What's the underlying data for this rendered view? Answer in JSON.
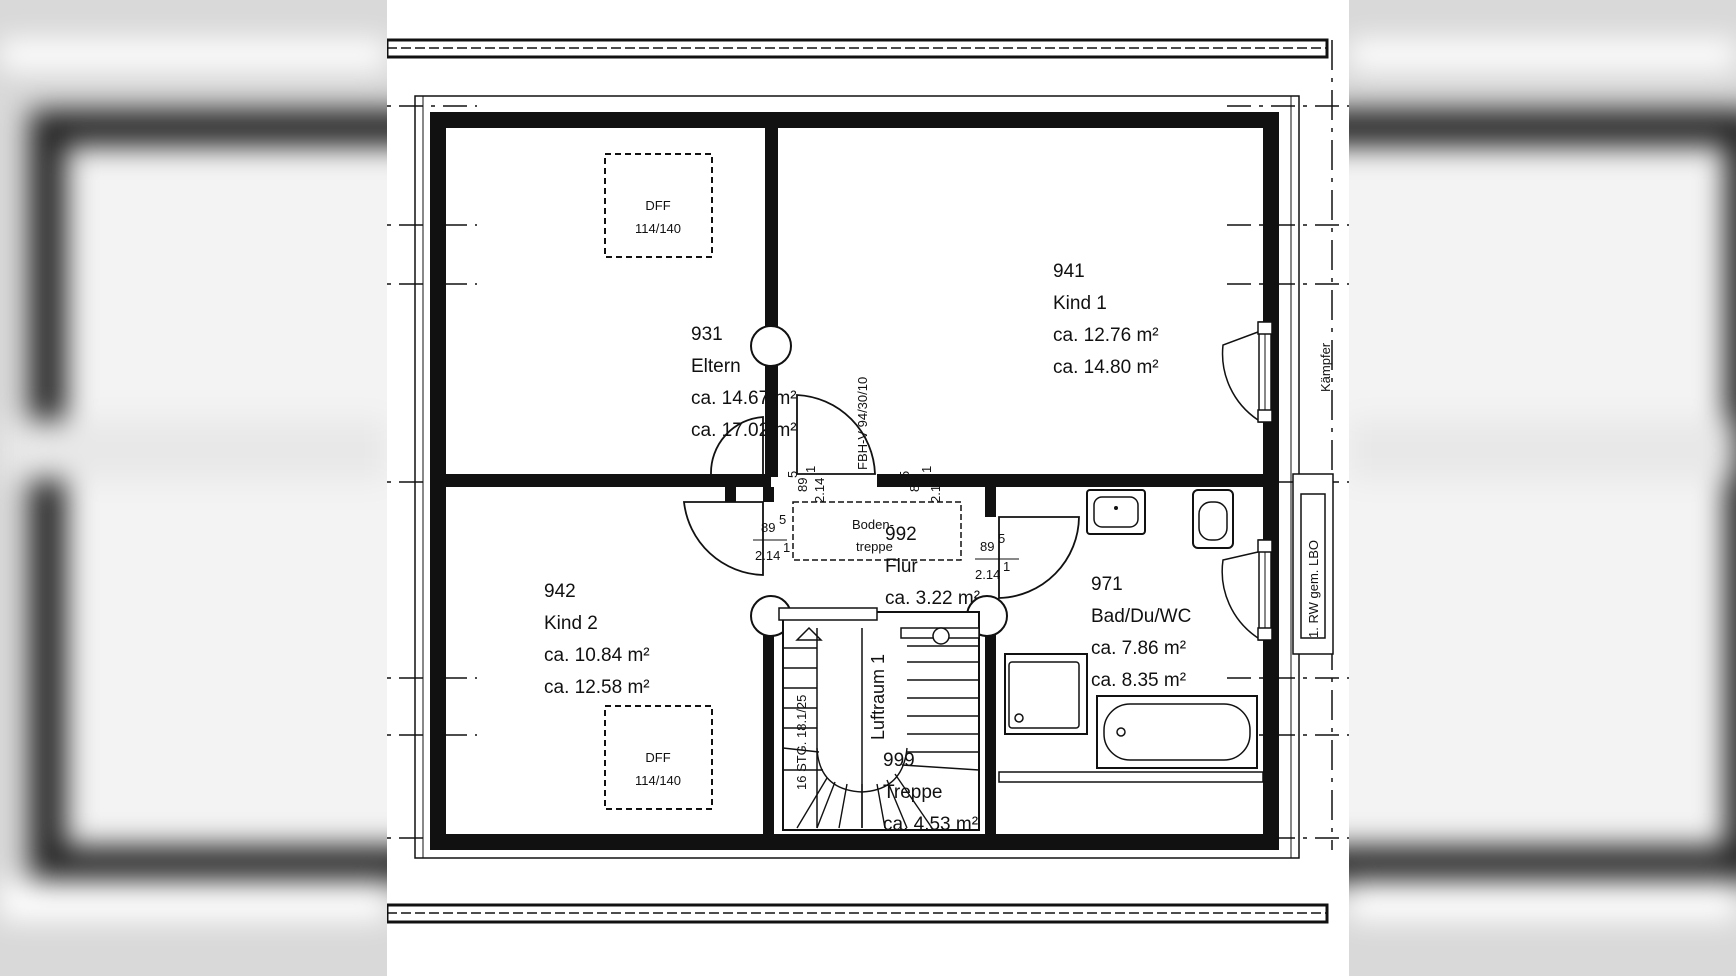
{
  "rooms": {
    "eltern": {
      "number": "931",
      "name": "Eltern",
      "area1": "ca. 14.67 m²",
      "area2": "ca. 17.02 m²"
    },
    "kind1": {
      "number": "941",
      "name": "Kind 1",
      "area1": "ca. 12.76 m²",
      "area2": "ca. 14.80 m²"
    },
    "kind2": {
      "number": "942",
      "name": "Kind 2",
      "area1": "ca. 10.84 m²",
      "area2": "ca. 12.58 m²"
    },
    "bad": {
      "number": "971",
      "name": "Bad/Du/WC",
      "area1": "ca. 7.86 m²",
      "area2": "ca. 8.35 m²"
    },
    "flur": {
      "number": "992",
      "name": "Flur",
      "area1": "ca. 3.22 m²"
    },
    "treppe": {
      "number": "999",
      "name": "Treppe",
      "area1": "ca. 4.53 m²"
    }
  },
  "windows": {
    "dff_top": {
      "label": "DFF",
      "size": "114/140"
    },
    "dff_bottom": {
      "label": "DFF",
      "size": "114/140"
    }
  },
  "annotations": {
    "bodentreppe_line1": "Boden-",
    "bodentreppe_line2": "treppe",
    "luftraum": "Luftraum 1",
    "stair_steps": "16 STG. 18.1/25",
    "fbh": "FBH-V 94/30/10",
    "kampfer": "Kämpfer",
    "rw": "1. RW gem. LBO"
  },
  "door_dims": {
    "width": "89",
    "width_sup": "5",
    "height": "2.14",
    "height_sup": "1"
  }
}
